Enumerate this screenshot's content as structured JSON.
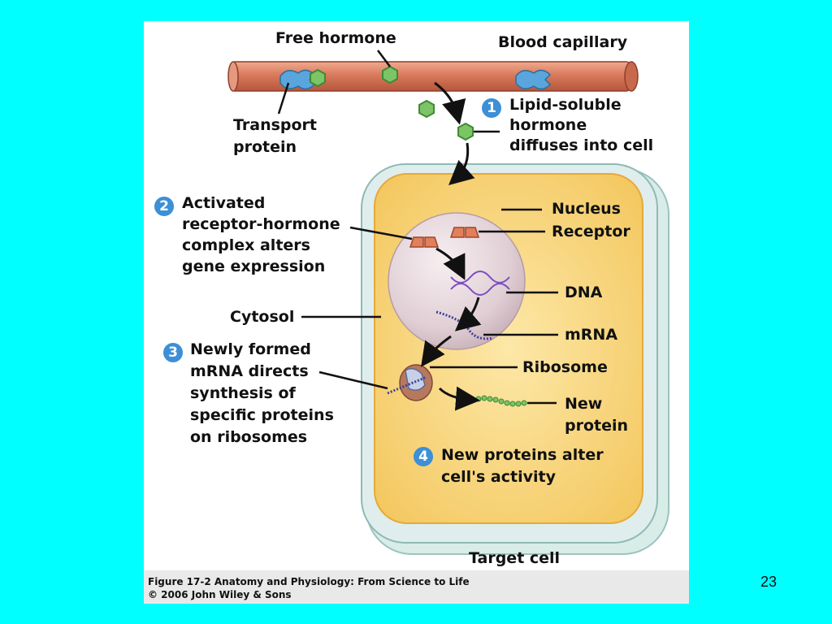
{
  "figure": {
    "labels": {
      "free_hormone": "Free hormone",
      "blood_capillary": "Blood capillary",
      "transport_protein": [
        "Transport",
        "protein"
      ],
      "nucleus": "Nucleus",
      "receptor": "Receptor",
      "dna": "DNA",
      "cytosol": "Cytosol",
      "mrna": "mRNA",
      "ribosome": "Ribosome",
      "new_protein": [
        "New",
        "protein"
      ],
      "target_cell": "Target cell"
    },
    "steps": [
      {
        "number": "1",
        "lines": [
          "Lipid-soluble",
          "hormone",
          "diffuses into cell"
        ]
      },
      {
        "number": "2",
        "lines": [
          "Activated",
          "receptor-hormone",
          "complex alters",
          "gene expression"
        ]
      },
      {
        "number": "3",
        "lines": [
          "Newly formed",
          "mRNA directs",
          "synthesis of",
          "specific proteins",
          "on ribosomes"
        ]
      },
      {
        "number": "4",
        "lines": [
          "New proteins alter",
          "cell's activity"
        ]
      }
    ],
    "caption": {
      "line1": "Figure 17-2  Anatomy and Physiology: From Science to Life",
      "line2": "© 2006 John Wiley & Sons"
    }
  },
  "slide_number": "23",
  "colors": {
    "background": "#00ffff",
    "capillary": "#d97a5c",
    "cytosol": "#f6cf6a",
    "nucleus": "#e3d4d9",
    "hormone": "#7cc466",
    "receptor": "#e0805c",
    "transport_protein": "#5aa6dc",
    "step_badge": "#3d8fd6"
  }
}
